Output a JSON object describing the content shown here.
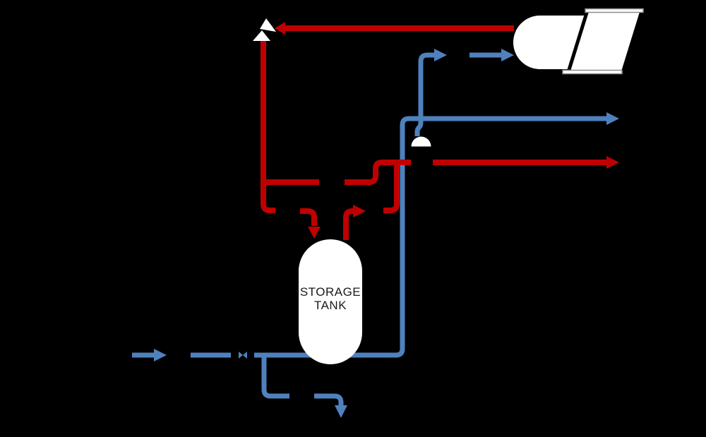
{
  "diagram": {
    "kind": "solar-water-heating-schematic",
    "background": "#000000"
  },
  "colors": {
    "background": "#000000",
    "hot": "#C00000",
    "cold": "#4F81BD",
    "shape_fill": "#FFFFFF",
    "bar_edge": "#8C8C8C",
    "label_text": "#1A1A1A"
  },
  "tank": {
    "label_lines": [
      "STORAGE",
      "TANK"
    ]
  },
  "components": [
    {
      "name": "three-way-valve-icon",
      "shape": "two white triangles at pipe corner",
      "color": "#FFFFFF"
    },
    {
      "name": "solar-collector-icon",
      "shape": "rounded manifold + slanted panel with header bars",
      "color": "#FFFFFF"
    },
    {
      "name": "pump-icon",
      "shape": "white dome over hot header",
      "color": "#FFFFFF"
    },
    {
      "name": "storage-tank",
      "shape": "white capsule",
      "color": "#FFFFFF"
    },
    {
      "name": "check-valve-ticks-icon",
      "shape": "tiny blue bowtie on cold inlet",
      "color": "#4F81BD"
    }
  ],
  "flows": [
    {
      "name": "collector-hot-out",
      "color": "hot",
      "direction": "left",
      "arrowhead": true
    },
    {
      "name": "hot-supply-right",
      "color": "hot",
      "direction": "right",
      "arrowhead": true
    },
    {
      "name": "hot-into-tank",
      "color": "hot",
      "direction": "down",
      "arrowhead": true
    },
    {
      "name": "hot-out-of-tank",
      "color": "hot",
      "direction": "right",
      "arrowhead": true
    },
    {
      "name": "cold-inlet",
      "color": "cold",
      "direction": "right",
      "arrowhead": true
    },
    {
      "name": "cold-supply-right",
      "color": "cold",
      "direction": "right",
      "arrowhead": true
    },
    {
      "name": "pump-to-collector",
      "color": "cold",
      "direction": "right",
      "arrowhead": true
    },
    {
      "name": "collector-feed",
      "color": "cold",
      "direction": "right",
      "arrowhead": true
    },
    {
      "name": "tank-drain",
      "color": "cold",
      "direction": "down",
      "arrowhead": true
    }
  ]
}
